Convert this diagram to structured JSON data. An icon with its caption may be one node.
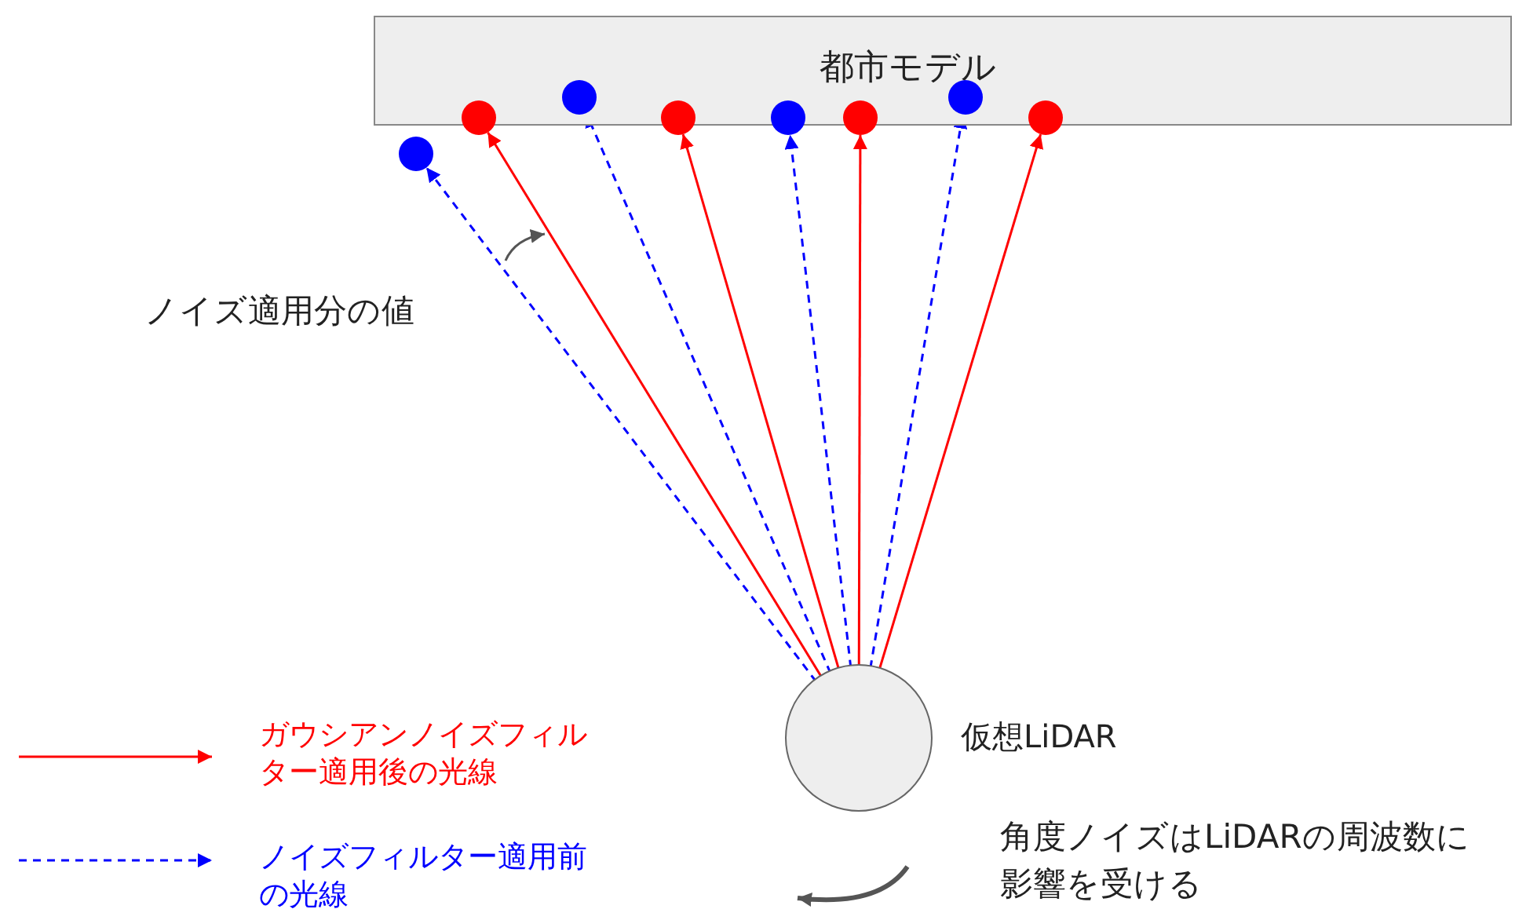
{
  "diagram": {
    "nodes": [
      {
        "text": [
          "都市モデル"
        ]
      },
      {
        "text": [],
        "shape": "circle",
        "beside": [
          "仮想LiDAR"
        ]
      },
      {
        "text": [],
        "shape": "circle"
      },
      {
        "text": [],
        "shape": "circle"
      },
      {
        "text": [],
        "shape": "circle",
        "in": 0
      },
      {
        "text": [],
        "shape": "circle"
      },
      {
        "text": [],
        "shape": "circle"
      },
      {
        "text": [],
        "shape": "circle"
      },
      {
        "text": [],
        "shape": "circle",
        "in": 0
      },
      {
        "text": [],
        "shape": "circle"
      }
    ],
    "edges": [
      {
        "from": 1,
        "to": 2,
        "arrow": "to",
        "style": "dashed",
        "color": "#0000ff"
      },
      {
        "from": 1,
        "to": 3,
        "arrow": "to",
        "color": "#ff0000"
      },
      {
        "from": 1,
        "to": 4,
        "arrow": "to",
        "style": "dashed",
        "color": "#0000ff"
      },
      {
        "from": 1,
        "to": 5,
        "arrow": "to",
        "color": "#ff0000"
      },
      {
        "from": 1,
        "to": 6,
        "arrow": "to",
        "style": "dashed",
        "color": "#0000ff"
      },
      {
        "from": 1,
        "to": 7,
        "arrow": "to",
        "color": "#ff0000"
      },
      {
        "from": 1,
        "to": 8,
        "arrow": "to",
        "style": "dashed",
        "color": "#0000ff"
      },
      {
        "from": 1,
        "to": 9,
        "arrow": "to",
        "color": "#ff0000"
      }
    ],
    "labels": [
      "ノイズ適用分の値",
      "角度ノイズはLiDARの周波数に影響を受ける"
    ],
    "legend": [
      {
        "text": "ガウシアンノイズフィルター適用後の光線"
      },
      {
        "text": "ノイズフィルター適用前の光線"
      }
    ]
  }
}
